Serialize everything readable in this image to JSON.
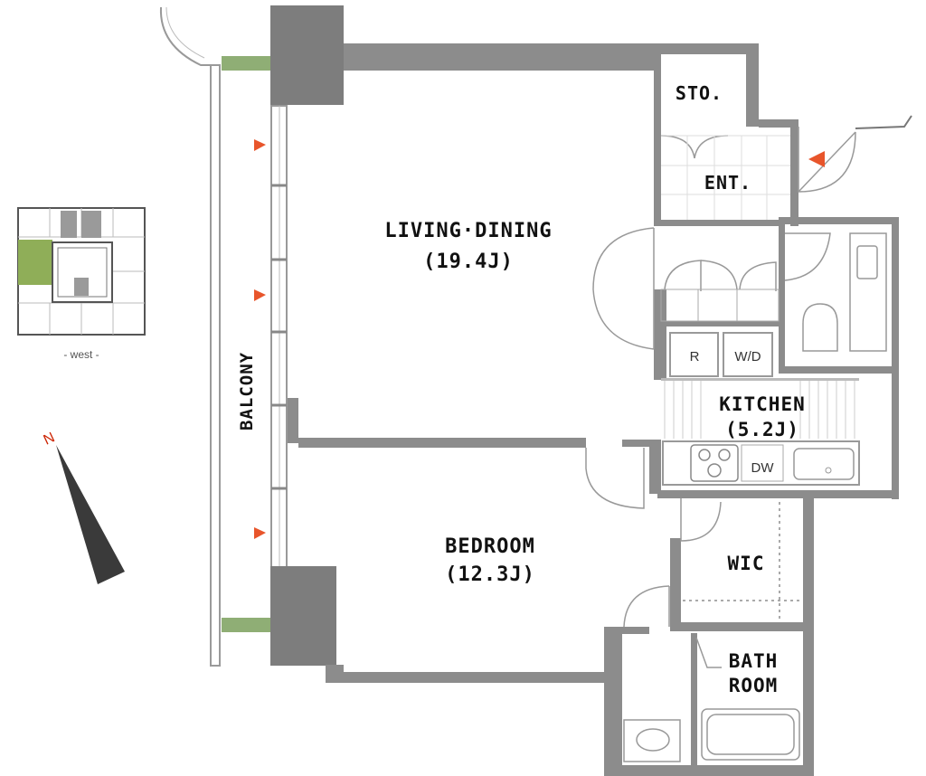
{
  "rooms": {
    "living_dining": {
      "name": "LIVING·DINING",
      "size": "(19.4J)"
    },
    "bedroom": {
      "name": "BEDROOM",
      "size": "(12.3J)"
    },
    "kitchen": {
      "name": "KITCHEN",
      "size": "(5.2J)"
    },
    "storage": {
      "name": "STO."
    },
    "entrance": {
      "name": "ENT."
    },
    "wic": {
      "name": "WIC"
    },
    "bathroom": {
      "line1": "BATH",
      "line2": "ROOM"
    },
    "balcony": {
      "name": "BALCONY"
    }
  },
  "fixtures": {
    "refrigerator": "R",
    "washer_dryer": "W/D",
    "dishwasher": "DW"
  },
  "key_plan": {
    "caption": "- west -"
  },
  "compass": {
    "label": "N"
  },
  "colors": {
    "wall": "#8c8c8c",
    "column": "#7d7d7d",
    "fixture_line": "#a8a8a8",
    "arrow": "#e8552b",
    "balcony_rail": "#8fae75",
    "highlight_unit": "#8fae58",
    "north": "#cc2200"
  }
}
